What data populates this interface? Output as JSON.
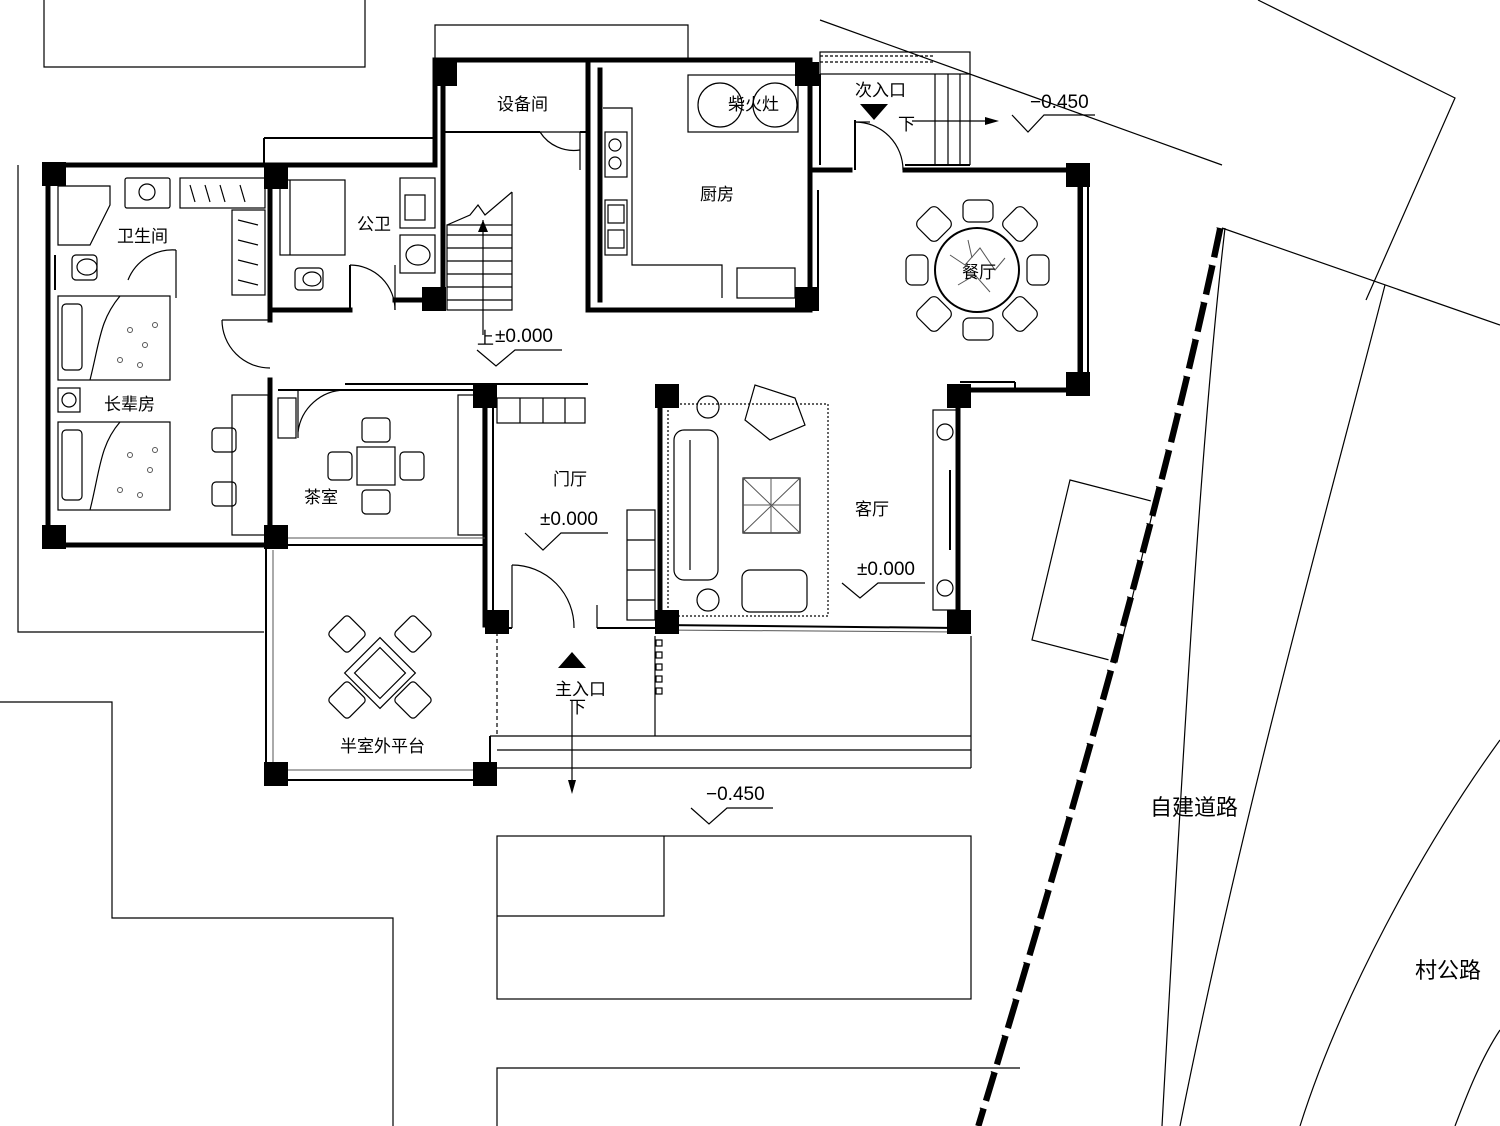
{
  "rooms": {
    "equipment": "设备间",
    "firewood_stove": "柴火灶",
    "kitchen": "厨房",
    "secondary_entrance": "次入口",
    "down_secondary": "下",
    "bathroom": "卫生间",
    "public_toilet": "公卫",
    "dining": "餐厅",
    "elder_room": "长辈房",
    "tea_room": "茶室",
    "foyer": "门厅",
    "living": "客厅",
    "main_entrance": "主入口",
    "down_main": "下",
    "terrace": "半室外平台",
    "stair_up": "上"
  },
  "roads": {
    "self_built": "自建道路",
    "village": "村公路"
  },
  "levels": {
    "secondary": "−0.450",
    "stair": "±0.000",
    "foyer": "±0.000",
    "living": "±0.000",
    "south": "−0.450"
  }
}
